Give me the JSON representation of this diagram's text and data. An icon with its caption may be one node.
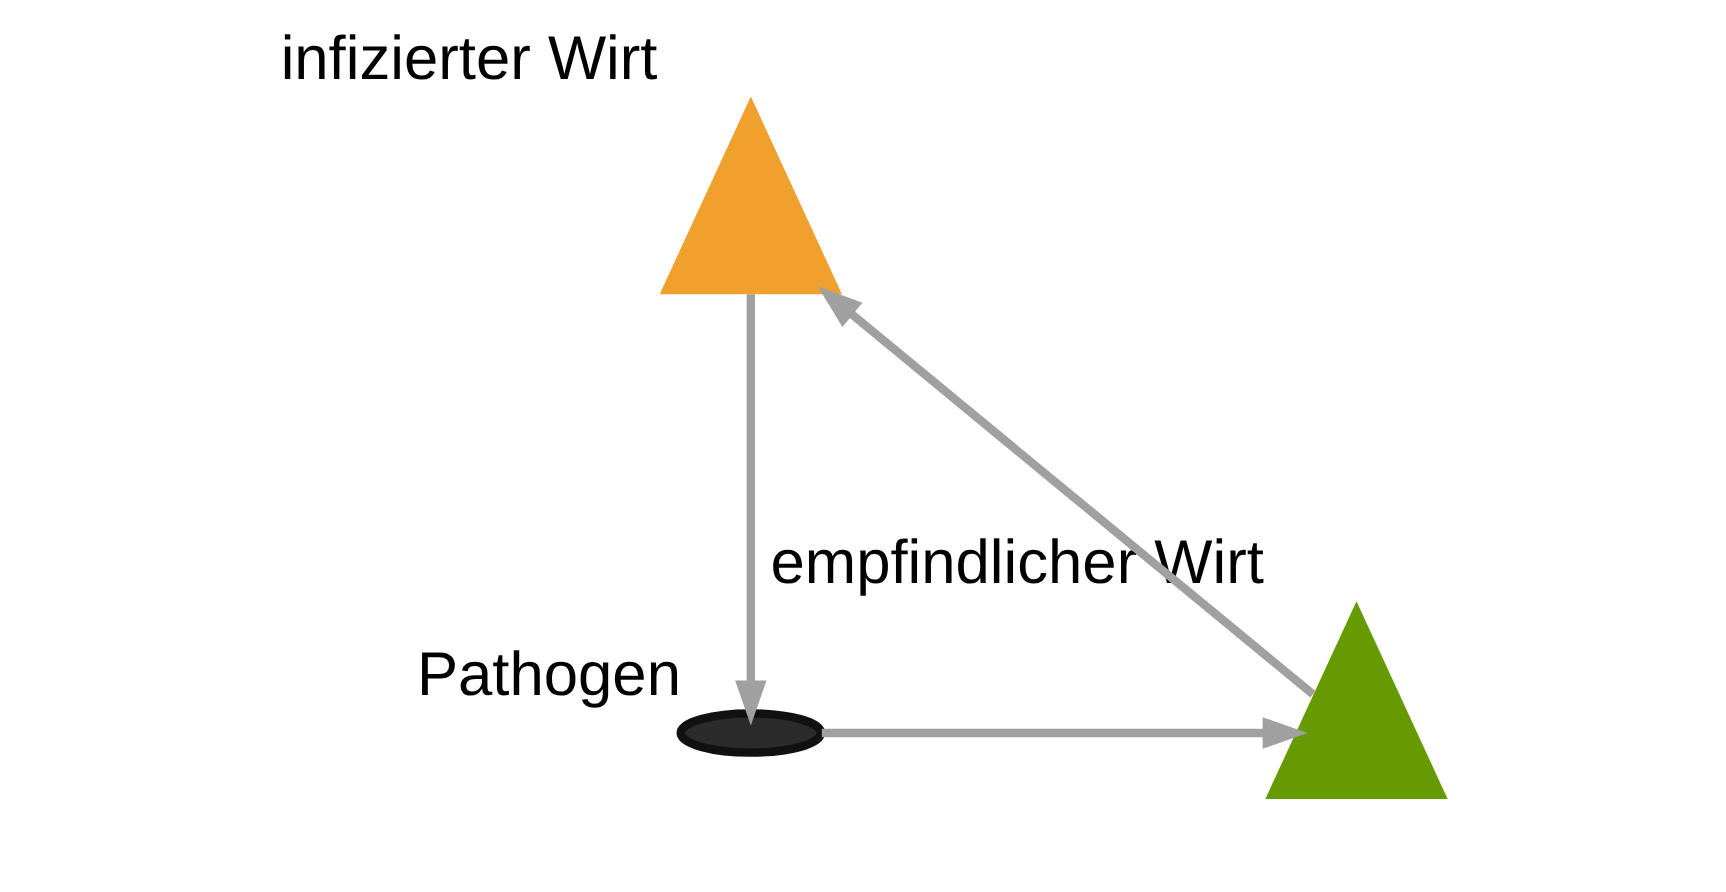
{
  "diagram": {
    "nodes": [
      {
        "text": [
          "infizierter Wirt"
        ]
      },
      {
        "text": [
          "Pathogen"
        ]
      },
      {
        "text": [
          "empfindlicher Wirt"
        ]
      }
    ],
    "edges": [
      {
        "from": 2,
        "to": 0,
        "arrow": "to"
      },
      {
        "from": 0,
        "to": 1,
        "arrow": "to"
      },
      {
        "from": 1,
        "to": 2,
        "arrow": "to"
      }
    ]
  }
}
